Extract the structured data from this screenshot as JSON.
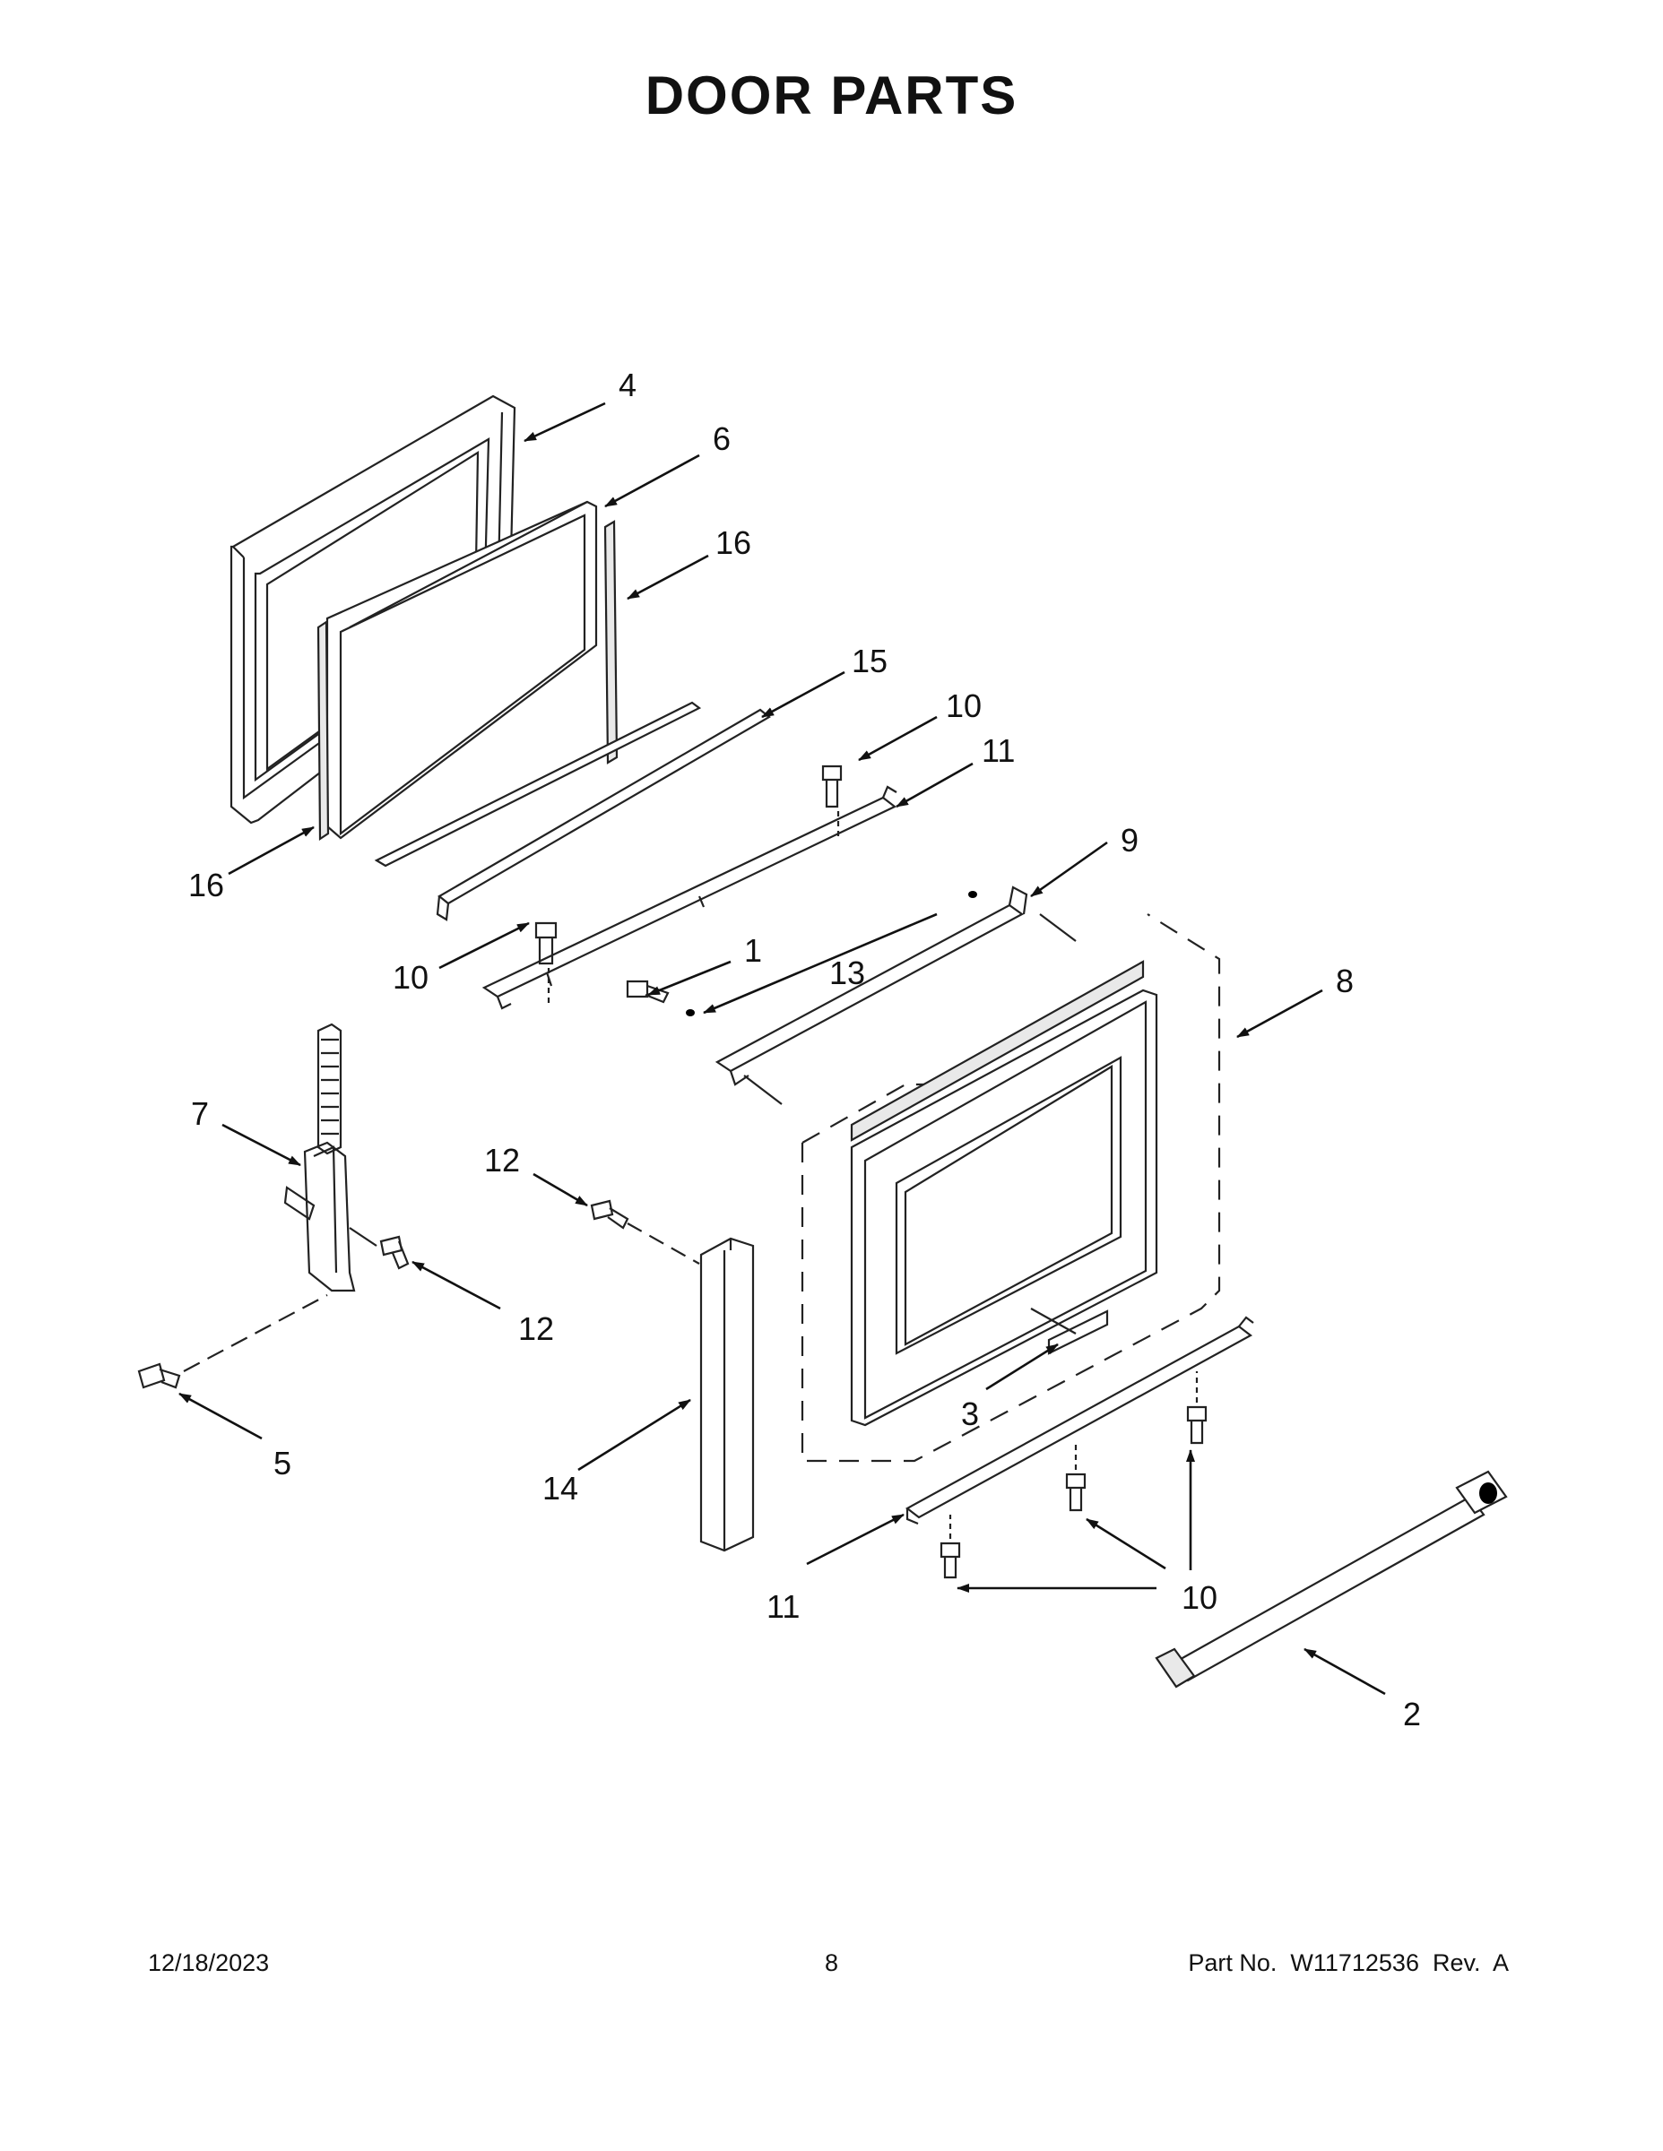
{
  "page_title": "DOOR PARTS",
  "footer": {
    "date": "12/18/2023",
    "page_number": "8",
    "part_number": "Part No.  W11712536  Rev.  A"
  },
  "callouts": [
    {
      "id": "c4",
      "label": "4"
    },
    {
      "id": "c6",
      "label": "6"
    },
    {
      "id": "c16a",
      "label": "16"
    },
    {
      "id": "c15",
      "label": "15"
    },
    {
      "id": "c10a",
      "label": "10"
    },
    {
      "id": "c11a",
      "label": "11"
    },
    {
      "id": "c16b",
      "label": "16"
    },
    {
      "id": "c9",
      "label": "9"
    },
    {
      "id": "c8",
      "label": "8"
    },
    {
      "id": "c1",
      "label": "1"
    },
    {
      "id": "c13",
      "label": "13"
    },
    {
      "id": "c10b",
      "label": "10"
    },
    {
      "id": "c7",
      "label": "7"
    },
    {
      "id": "c12a",
      "label": "12"
    },
    {
      "id": "c12b",
      "label": "12"
    },
    {
      "id": "c5",
      "label": "5"
    },
    {
      "id": "c14",
      "label": "14"
    },
    {
      "id": "c3",
      "label": "3"
    },
    {
      "id": "c11b",
      "label": "11"
    },
    {
      "id": "c10c",
      "label": "10"
    },
    {
      "id": "c2",
      "label": "2"
    }
  ]
}
